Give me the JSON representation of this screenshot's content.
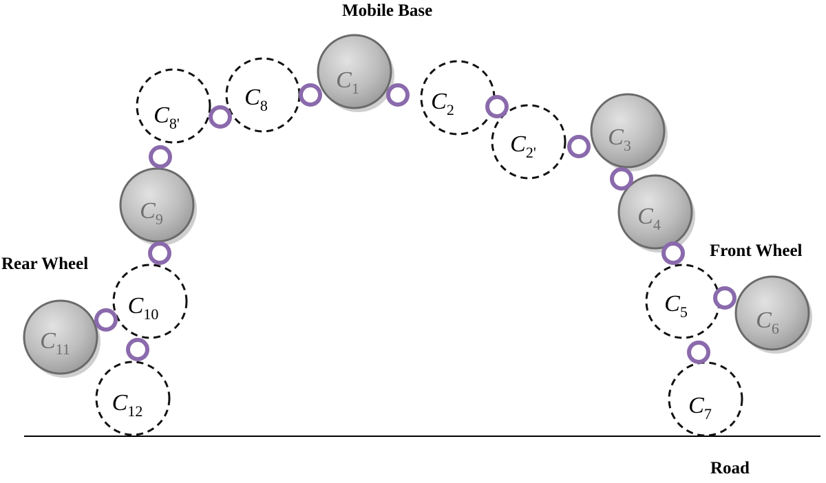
{
  "labels": {
    "mobile_base": "Mobile Base",
    "rear_wheel": "Rear Wheel",
    "front_wheel": "Front Wheel",
    "road": "Road"
  },
  "colors": {
    "solid_fill": "#b9b9b9",
    "solid_stroke": "#6a6a6a",
    "dashed_stroke": "#111111",
    "joint": "#8a6aac",
    "road_line": "#000000"
  },
  "circles": [
    {
      "id": "C1",
      "letter": "C",
      "sub": "1",
      "style": "solid"
    },
    {
      "id": "C2",
      "letter": "C",
      "sub": "2",
      "style": "dashed"
    },
    {
      "id": "C2p",
      "letter": "C",
      "sub": "2'",
      "style": "dashed"
    },
    {
      "id": "C3",
      "letter": "C",
      "sub": "3",
      "style": "solid"
    },
    {
      "id": "C4",
      "letter": "C",
      "sub": "4",
      "style": "solid"
    },
    {
      "id": "C5",
      "letter": "C",
      "sub": "5",
      "style": "dashed"
    },
    {
      "id": "C6",
      "letter": "C",
      "sub": "6",
      "style": "solid"
    },
    {
      "id": "C7",
      "letter": "C",
      "sub": "7",
      "style": "dashed"
    },
    {
      "id": "C8",
      "letter": "C",
      "sub": "8",
      "style": "dashed"
    },
    {
      "id": "C8p",
      "letter": "C",
      "sub": "8'",
      "style": "dashed"
    },
    {
      "id": "C9",
      "letter": "C",
      "sub": "9",
      "style": "solid"
    },
    {
      "id": "C10",
      "letter": "C",
      "sub": "10",
      "style": "dashed"
    },
    {
      "id": "C11",
      "letter": "C",
      "sub": "11",
      "style": "solid"
    },
    {
      "id": "C12",
      "letter": "C",
      "sub": "12",
      "style": "dashed"
    }
  ]
}
